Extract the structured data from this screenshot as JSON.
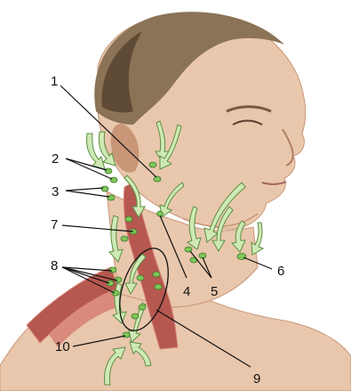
{
  "colors": {
    "background": "#ffffff",
    "skin": "#e9c7ad",
    "skin_shadow": "#c99677",
    "hair": "#8a7356",
    "hair_dark": "#5f4a35",
    "muscle": "#b6584f",
    "muscle_light": "#d98a7c",
    "node": "#7fc75a",
    "node_outline": "#3d7a2a",
    "arrow_fill": "#cfe9b6",
    "arrow_stroke": "#5a8f3e",
    "leader": "#111111"
  },
  "icons": {
    "lymph_node": "green-oval-node-icon",
    "drainage_arrow": "curved-green-arrow-icon"
  },
  "labels": {
    "l1": "1",
    "l2": "2",
    "l3": "3",
    "l4": "4",
    "l5": "5",
    "l6": "6",
    "l7": "7",
    "l8": "8",
    "l9": "9",
    "l10": "10"
  }
}
